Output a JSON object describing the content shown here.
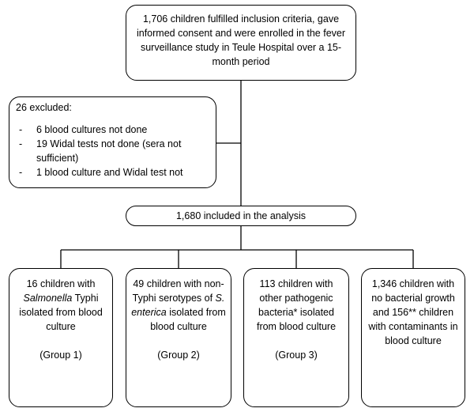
{
  "top_box": {
    "text": "1,706 children fulfilled inclusion criteria, gave informed consent and were enrolled in the fever surveillance study in Teule Hospital over a 15-month period"
  },
  "excluded_box": {
    "title": "26 excluded:",
    "items": [
      "6 blood cultures not done",
      "19 Widal tests not done (sera not sufficient)",
      "1 blood culture and Widal test not"
    ]
  },
  "included_box": {
    "text": "1,680 included in the analysis"
  },
  "groups": [
    {
      "text_before": "16 children with ",
      "italic": "Salmonella",
      "text_after": " Typhi isolated from blood culture",
      "label": "(Group 1)"
    },
    {
      "text_before": "49 children with non-Typhi serotypes of ",
      "italic": "S. enterica",
      "text_after": " isolated from blood culture",
      "label": "(Group 2)"
    },
    {
      "text_before": "113 children with other pathogenic bacteria* isolated from blood culture",
      "italic": "",
      "text_after": "",
      "label": "(Group 3)"
    },
    {
      "text_before": "1,346 children with no bacterial growth and 156** children with contaminants in blood culture",
      "italic": "",
      "text_after": "",
      "label": ""
    }
  ]
}
